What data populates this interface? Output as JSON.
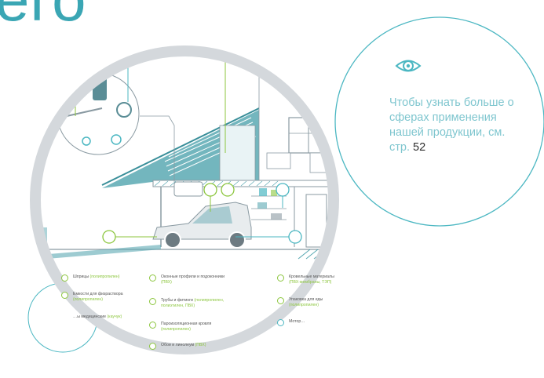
{
  "heading": {
    "text": "его"
  },
  "callout": {
    "icon": "eye-icon",
    "text": "Чтобы узнать больше о сферах применения нашей продукции, см. стр.",
    "page_number": "52"
  },
  "colors": {
    "teal": "#4bb7c2",
    "green": "#8cc63e",
    "gray_ring": "#d4d8dc",
    "line_gray": "#8a9aa2"
  },
  "legend": [
    {
      "label": "Шприцы",
      "material": "(полипропилен)"
    },
    {
      "label": "Емкости для физраствора",
      "material": "(полипропилен)"
    },
    {
      "label": "…ы медицинские",
      "material": "(каучук)"
    },
    {
      "label": "Оконные профили и подоконники",
      "material": "(ПВХ)"
    },
    {
      "label": "Трубы и фитинги",
      "material": "(полипропилен, полиэтилен, ПВХ)"
    },
    {
      "label": "Пароизоляционная кровля",
      "material": "(полипропилен)"
    },
    {
      "label": "Обои и линолеум",
      "material": "(ПВХ)"
    },
    {
      "label": "Кровельные материалы",
      "material": "(ПВХ-мембраны, ТЭП)"
    },
    {
      "label": "Упаковка для еды",
      "material": "(полипропилен)"
    },
    {
      "label": "Мотор…",
      "material": ""
    }
  ]
}
